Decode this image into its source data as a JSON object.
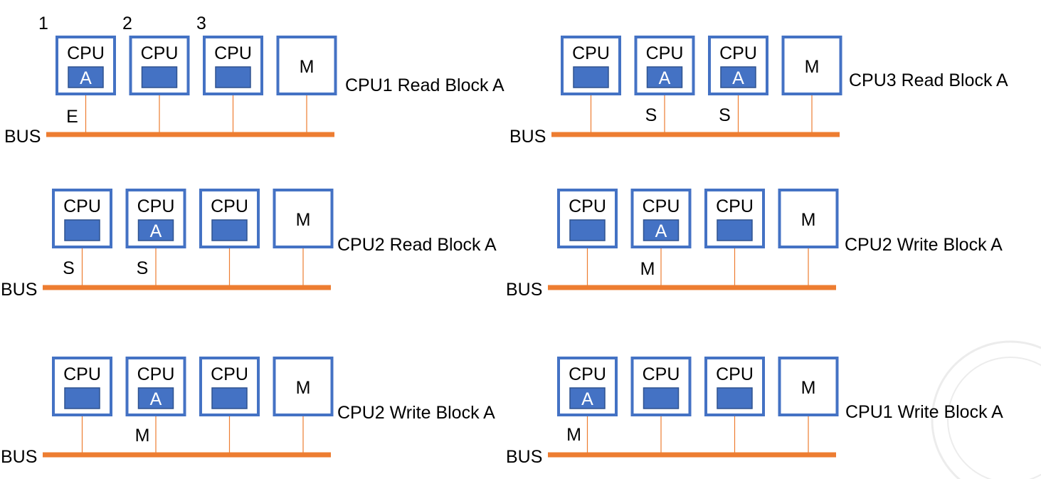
{
  "colors": {
    "box_border": "#4472C4",
    "cache_fill": "#4472C4",
    "bus": "#ED7D31",
    "text": "#000000",
    "cache_text": "#ffffff"
  },
  "labels": {
    "cpu": "CPU",
    "memory": "M",
    "bus": "BUS",
    "block": "A"
  },
  "cpu_numbers": [
    "1",
    "2",
    "3"
  ],
  "panels": [
    {
      "caption": "CPU1 Read Block A",
      "cached": [
        true,
        false,
        false
      ],
      "states": [
        "E",
        "",
        ""
      ]
    },
    {
      "caption": "CPU3 Read Block A",
      "cached": [
        false,
        true,
        true
      ],
      "states": [
        "",
        "S",
        "S"
      ]
    },
    {
      "caption": "CPU2 Read Block A",
      "cached": [
        false,
        true,
        false
      ],
      "states": [
        "S",
        "S",
        ""
      ]
    },
    {
      "caption": "CPU2 Write Block A",
      "cached": [
        false,
        true,
        false
      ],
      "states": [
        "",
        "M",
        ""
      ]
    },
    {
      "caption": "CPU2 Write Block A",
      "cached": [
        false,
        true,
        false
      ],
      "states": [
        "",
        "M",
        ""
      ]
    },
    {
      "caption": "CPU1 Write Block A",
      "cached": [
        true,
        false,
        false
      ],
      "states": [
        "M",
        "",
        ""
      ]
    }
  ]
}
